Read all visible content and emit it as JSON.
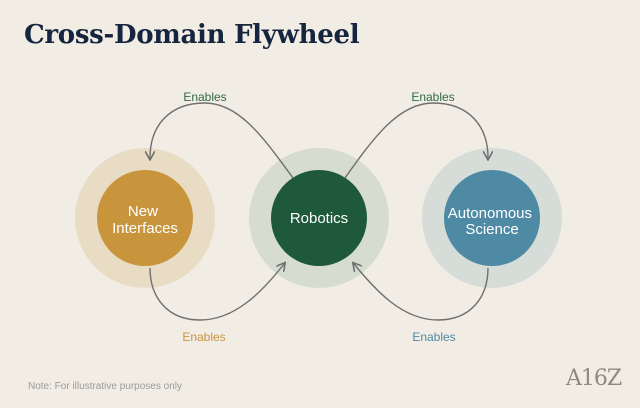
{
  "title": "Cross-Domain Flywheel",
  "nodes": {
    "new_interfaces": {
      "lines": [
        "New",
        "Interfaces"
      ],
      "color": "#c9953c",
      "halo_color": "#e8dcc4"
    },
    "robotics": {
      "lines": [
        "Robotics"
      ],
      "color": "#1e5a3a",
      "halo_color": "#d6dcd0"
    },
    "autonomous_science": {
      "lines": [
        "Autonomous",
        "Science"
      ],
      "color": "#4f8aa5",
      "halo_color": "#d6dcd8"
    }
  },
  "edges": {
    "robotics_to_new_interfaces": {
      "label": "Enables",
      "color": "#2e6b45"
    },
    "robotics_to_autonomous_science": {
      "label": "Enables",
      "color": "#2e6b45"
    },
    "new_interfaces_to_robotics": {
      "label": "Enables",
      "color": "#c9953c"
    },
    "autonomous_science_to_robotics": {
      "label": "Enables",
      "color": "#4f8aa5"
    }
  },
  "arrow_color": "#6f6f6f",
  "note": "Note: For illustrative purposes only",
  "logo": "A16Z"
}
